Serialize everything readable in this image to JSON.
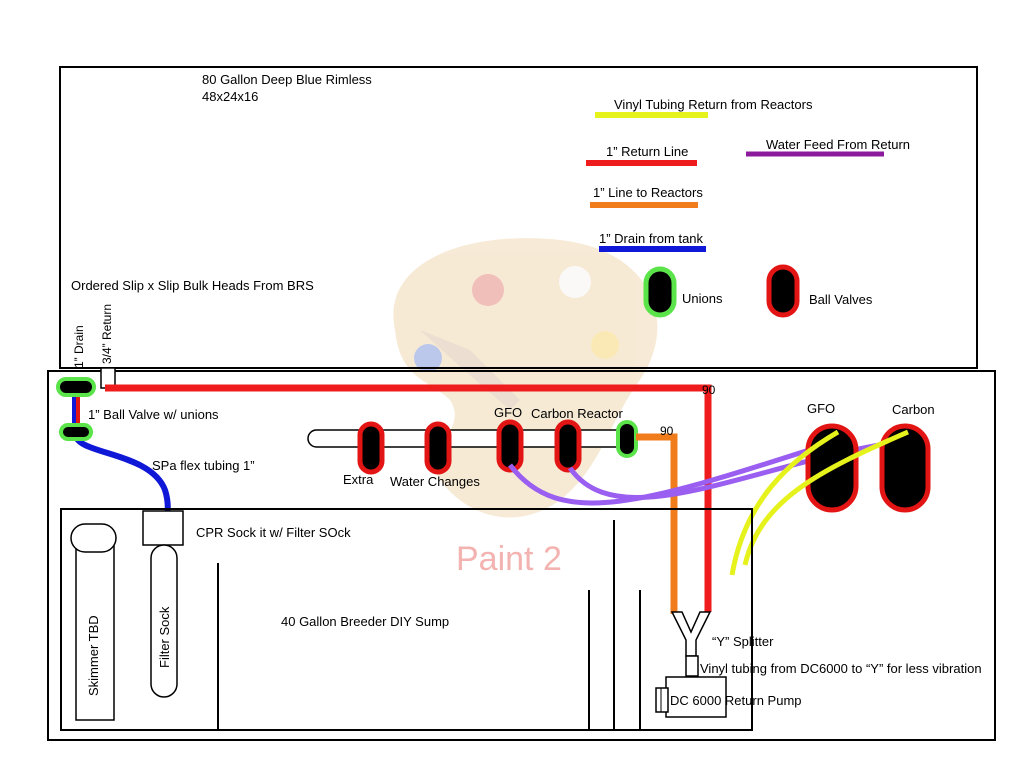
{
  "tank": {
    "title": "80 Gallon Deep Blue Rimless",
    "dimensions": "48x24x16",
    "bulkheads_note": "Ordered Slip x Slip Bulk Heads From BRS",
    "drain_label": "1” Drain",
    "return_label": "3/4” Return"
  },
  "legend": {
    "vinyl": {
      "label": "Vinyl Tubing Return from Reactors",
      "color": "#e6f21c"
    },
    "return_line": {
      "label": "1” Return Line",
      "color": "#ee1c1c"
    },
    "water_feed": {
      "label": "Water Feed From Return",
      "color": "#8c1a9c"
    },
    "reactor_line": {
      "label": "1” Line to Reactors",
      "color": "#f07c1c"
    },
    "drain": {
      "label": "1” Drain from tank",
      "color": "#1018d8"
    },
    "unions": {
      "label": "Unions",
      "color": "#5be34a"
    },
    "ball_valves": {
      "label": "Ball Valves",
      "color": "#e31414"
    }
  },
  "labels": {
    "ball_valve_unions": "1” Ball Valve w/ unions",
    "spa_flex": "SPa flex tubing 1”",
    "extra": "Extra",
    "water_changes": "Water Changes",
    "gfo": "GFO",
    "carbon_reactor": "Carbon Reactor",
    "ninety_1": "90",
    "ninety_2": "90",
    "reactor_gfo": "GFO",
    "reactor_carbon": "Carbon",
    "cpr_sock": "CPR Sock it w/ Filter SOck",
    "sump": "40 Gallon Breeder DIY Sump",
    "y_splitter": "“Y” Splitter",
    "vinyl_dc6000": "Vinyl tubing from DC6000 to “Y” for less vibration",
    "return_pump": "DC 6000 Return Pump",
    "skimmer": "Skimmer TBD",
    "filter_sock": "Filter Sock"
  },
  "watermark": {
    "text": "Paint 2",
    "icon": "palette-icon"
  }
}
